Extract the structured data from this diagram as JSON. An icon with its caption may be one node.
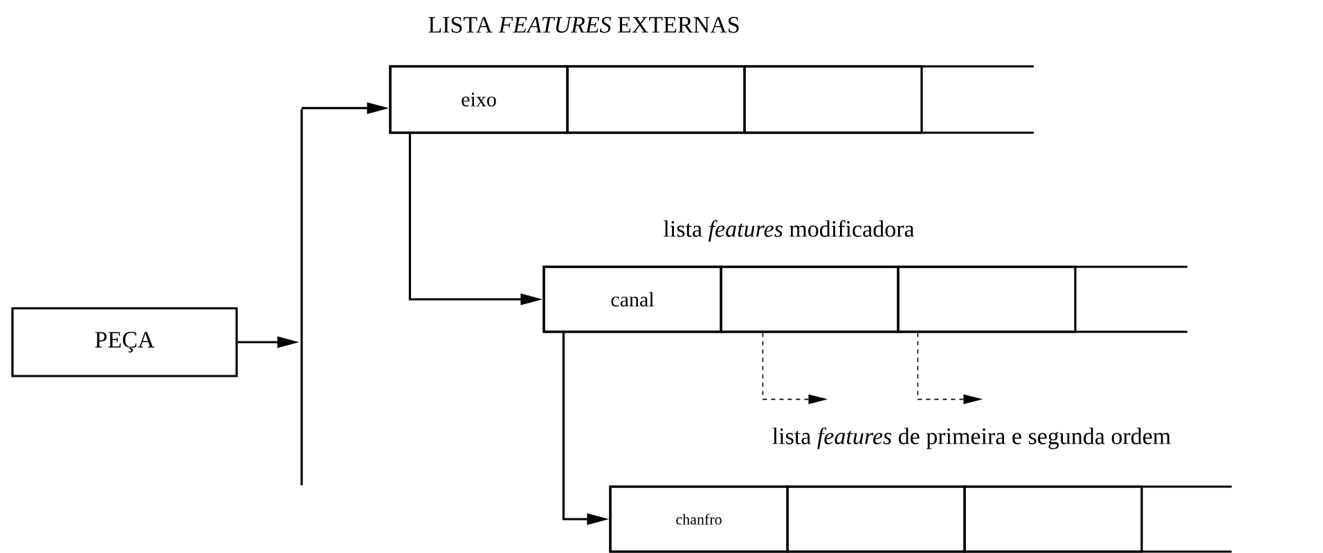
{
  "diagram": {
    "nodes": [
      {
        "text": [
          "PEÇA"
        ]
      },
      {
        "text": [],
        "shape": "bar"
      },
      {
        "text": [
          "LISTA *FEATURES* EXTERNAS"
        ]
      },
      {
        "text": [
          "eixo"
        ],
        "in": 2
      },
      {
        "text": [],
        "shape": "box",
        "in": 2
      },
      {
        "text": [],
        "shape": "box",
        "in": 2
      },
      {
        "text": [
          "lista *features* modificadora"
        ]
      },
      {
        "text": [
          "canal"
        ],
        "in": 6
      },
      {
        "text": [],
        "shape": "box",
        "in": 6
      },
      {
        "text": [],
        "shape": "box",
        "in": 6
      },
      {
        "text": [
          "lista *features* de primeira e segunda ordem"
        ]
      },
      {
        "text": [
          "chanfro"
        ],
        "in": 10
      },
      {
        "text": [],
        "shape": "box",
        "in": 10
      },
      {
        "text": [],
        "shape": "box",
        "in": 10
      }
    ],
    "edges": [
      {
        "from": 0,
        "to": 1,
        "arrow": "to"
      },
      {
        "from": 1,
        "to": 3,
        "arrow": "to"
      },
      {
        "from": 3,
        "to": 7,
        "arrow": "to"
      },
      {
        "from": 8,
        "to": null,
        "arrow": "to",
        "style": "dashed"
      },
      {
        "from": 9,
        "to": null,
        "arrow": "to",
        "style": "dashed"
      },
      {
        "from": 7,
        "to": 11,
        "arrow": "to"
      }
    ]
  }
}
